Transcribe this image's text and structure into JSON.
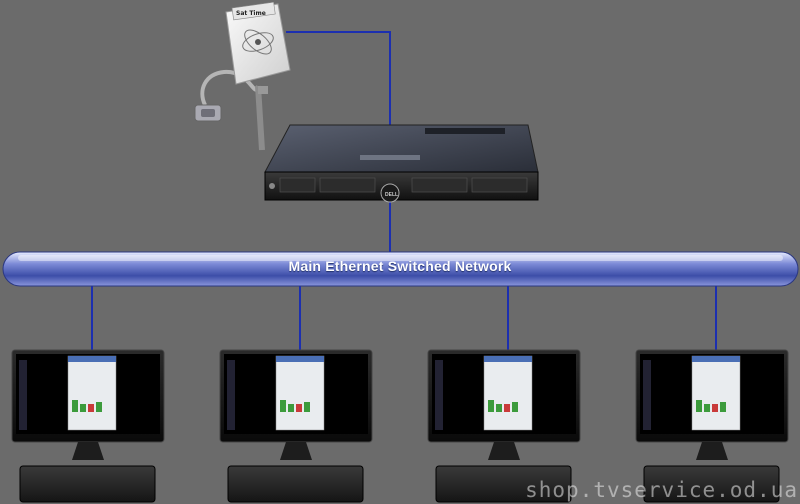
{
  "network": {
    "bus_label": "Main Ethernet Switched Network"
  },
  "devices": {
    "gps_receiver": {
      "brand": "Sat Time"
    },
    "server": {
      "brand": "DELL"
    },
    "workstations": [
      {
        "id": "ws1"
      },
      {
        "id": "ws2"
      },
      {
        "id": "ws3"
      },
      {
        "id": "ws4"
      }
    ]
  },
  "colors": {
    "background": "#6b6b6b",
    "connection_line": "#1c2fb0",
    "bus_fill": "#4f5fb3"
  },
  "watermark": "shop.tvservice.od.ua"
}
